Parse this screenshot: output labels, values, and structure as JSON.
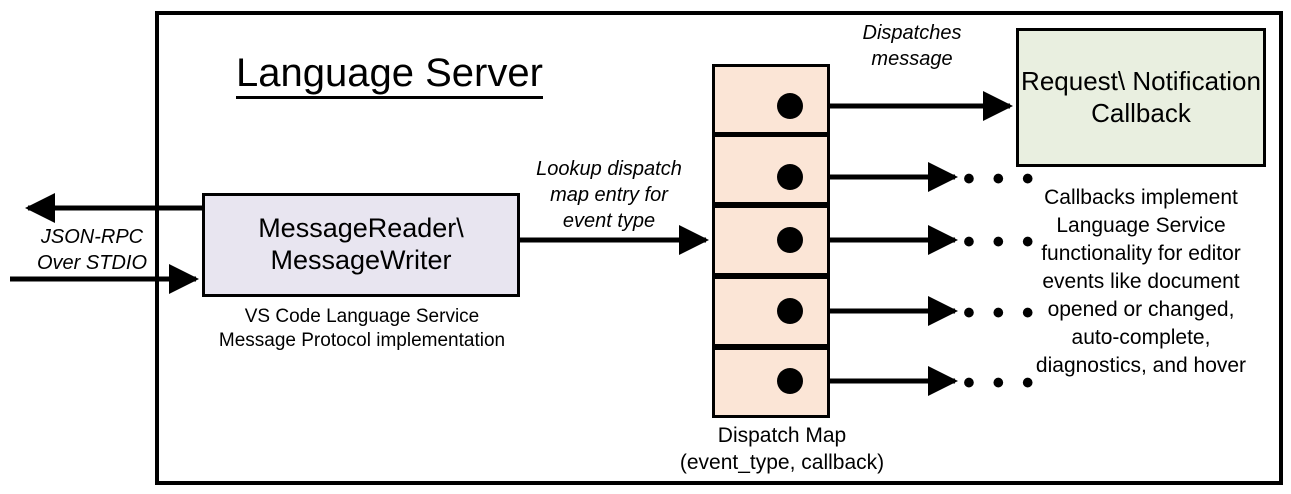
{
  "diagram": {
    "title": "Language Server",
    "frame_name": "language-server-boundary"
  },
  "nodes": {
    "reader": {
      "label": "MessageReader\\\nMessageWriter",
      "caption": "VS Code Language Service\nMessage Protocol implementation",
      "fill": "#E8E5F0",
      "stroke": "#000000"
    },
    "dispatch_map": {
      "caption": "Dispatch Map\n(event_type, callback)",
      "fill": "#FBE5D6",
      "stroke": "#000000",
      "cell_count": 5,
      "cells": [
        {
          "index": 1,
          "has_dot": true,
          "outgoing": "callback-box"
        },
        {
          "index": 2,
          "has_dot": true,
          "outgoing": "ellipsis"
        },
        {
          "index": 3,
          "has_dot": true,
          "outgoing": "ellipsis"
        },
        {
          "index": 4,
          "has_dot": true,
          "outgoing": "ellipsis"
        },
        {
          "index": 5,
          "has_dot": true,
          "outgoing": "ellipsis"
        }
      ],
      "ellipsis_glyph": "• • •"
    },
    "callback": {
      "label": "Request\\\nNotification\nCallback",
      "caption": "Callbacks implement\nLanguage Service\nfunctionality for editor\nevents like document\nopened or changed,\nauto-complete,\ndiagnostics, and hover",
      "fill": "#E9EFE0",
      "stroke": "#000000"
    }
  },
  "edges": {
    "jsonrpc": {
      "label": "JSON-RPC\nOver STDIO",
      "style": "italic",
      "direction": "bidirectional"
    },
    "lookup": {
      "label": "Lookup dispatch\nmap entry for\nevent type",
      "style": "italic",
      "direction": "right"
    },
    "dispatches": {
      "label": "Dispatches\nmessage",
      "style": "italic",
      "direction": "right"
    }
  },
  "colors": {
    "background": "#FFFFFF",
    "line": "#000000",
    "reader_fill": "#E8E5F0",
    "map_fill": "#FBE5D6",
    "callback_fill": "#E9EFE0"
  }
}
